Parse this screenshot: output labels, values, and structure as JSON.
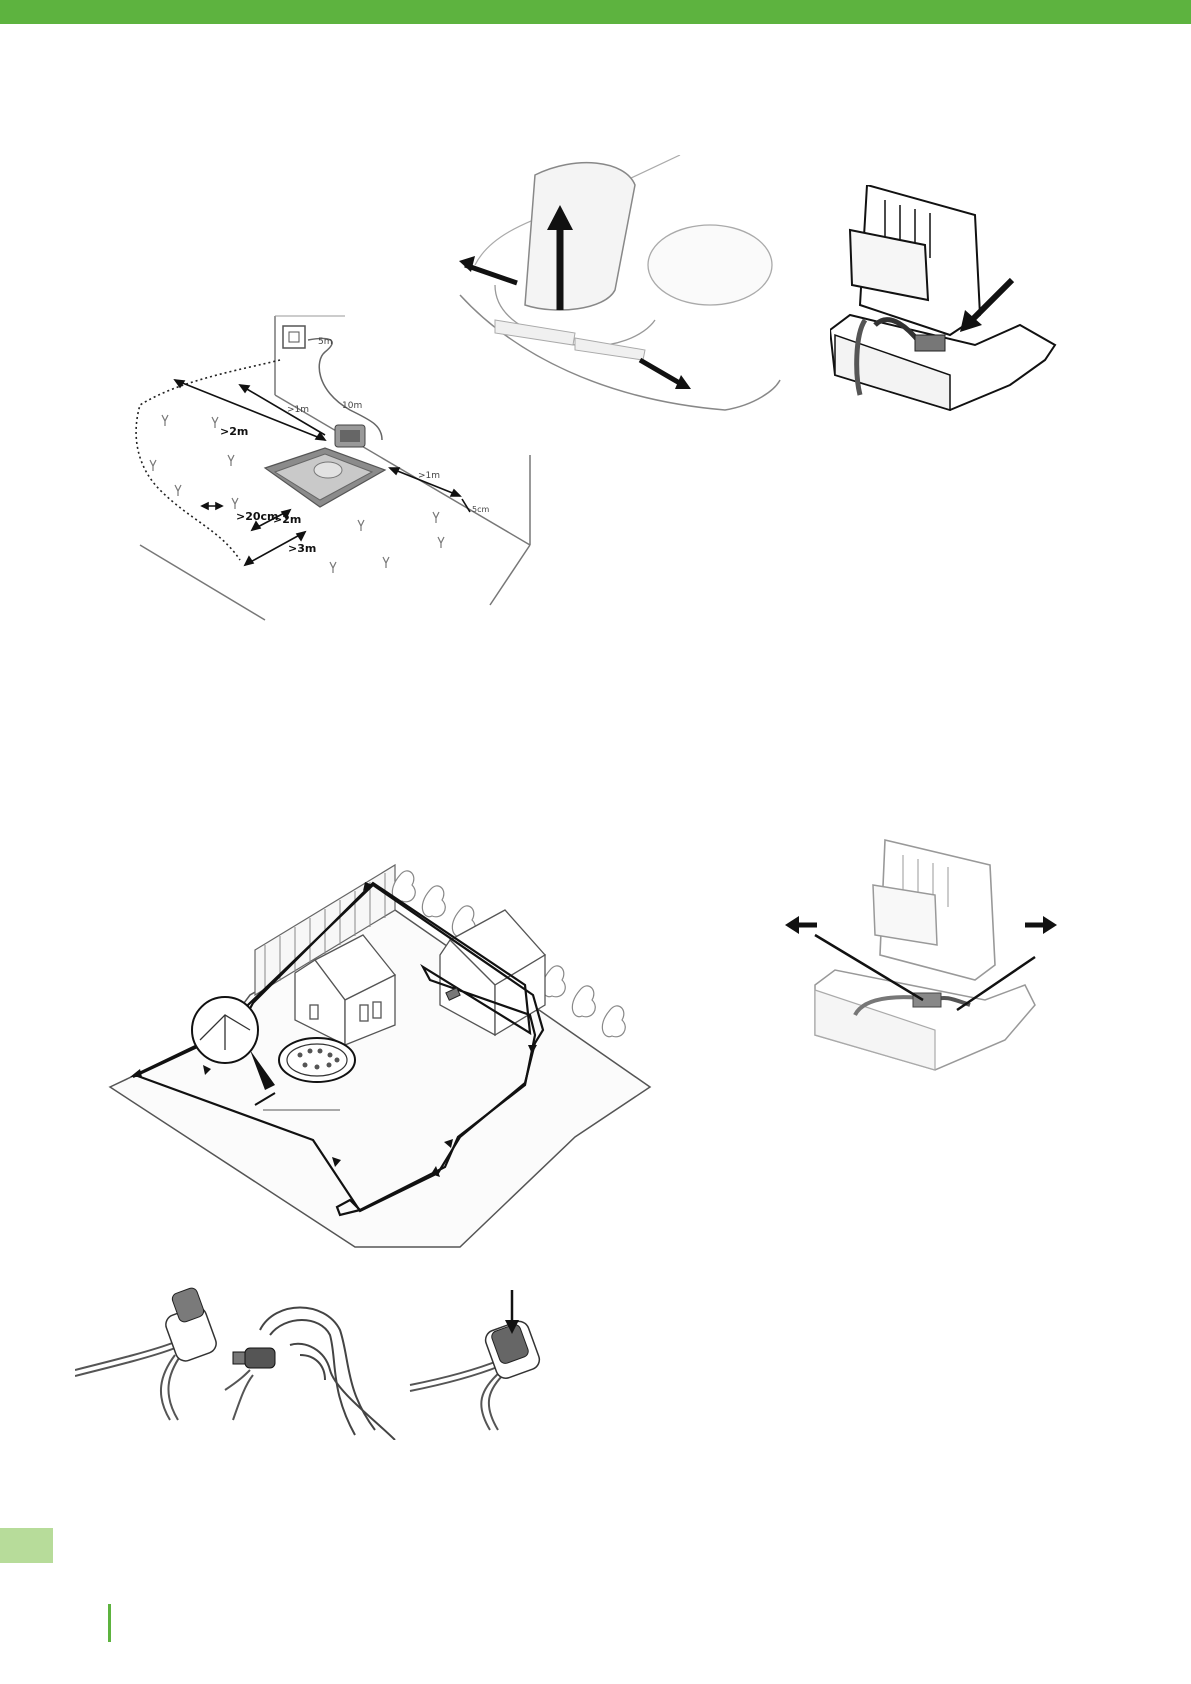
{
  "page": {
    "accent_color": "#5db33f",
    "tab_color": "#b7dc9a"
  },
  "figures": {
    "docking_clearance": {
      "labels": {
        "dist_2m_top": ">2m",
        "dist_1m_back": ">1m",
        "dist_1m_side": ">1m",
        "dist_10m": "10m",
        "dist_5m": "5m",
        "dist_2m_front": ">2m",
        "dist_20cm": ">20cm",
        "dist_3m": ">3m",
        "dist_5cm": "5cm"
      }
    },
    "lift_cover": {},
    "station_connector": {},
    "garden_wire_layout": {},
    "station_wire_exit": {},
    "wire_connectors": {}
  },
  "icons": [
    "arrow-up-icon",
    "arrow-left-icon",
    "arrow-right-icon",
    "arrow-down-icon"
  ]
}
